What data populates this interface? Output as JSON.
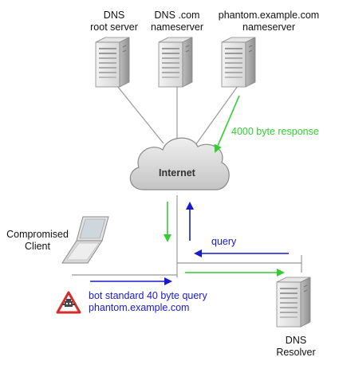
{
  "servers": {
    "root": {
      "line1": "DNS",
      "line2": "root server"
    },
    "com": {
      "line1": "DNS .com",
      "line2": "nameserver"
    },
    "phantom": {
      "line1": "phantom.example.com",
      "line2": "nameserver"
    }
  },
  "cloud": {
    "label": "Internet"
  },
  "arrows": {
    "response": {
      "label": "4000 byte response",
      "color": "#33cc33"
    },
    "query": {
      "label": "query",
      "color": "#1a1acc"
    },
    "bot_query": {
      "line1": "bot standard 40 byte query",
      "line2": "phantom.example.com",
      "color": "#1a1acc"
    }
  },
  "client": {
    "line1": "Compromised",
    "line2": "Client"
  },
  "resolver": {
    "line1": "DNS",
    "line2": "Resolver"
  },
  "colors": {
    "green": "#33cc33",
    "blue": "#1a1acc",
    "warning": "#d62b2b"
  }
}
